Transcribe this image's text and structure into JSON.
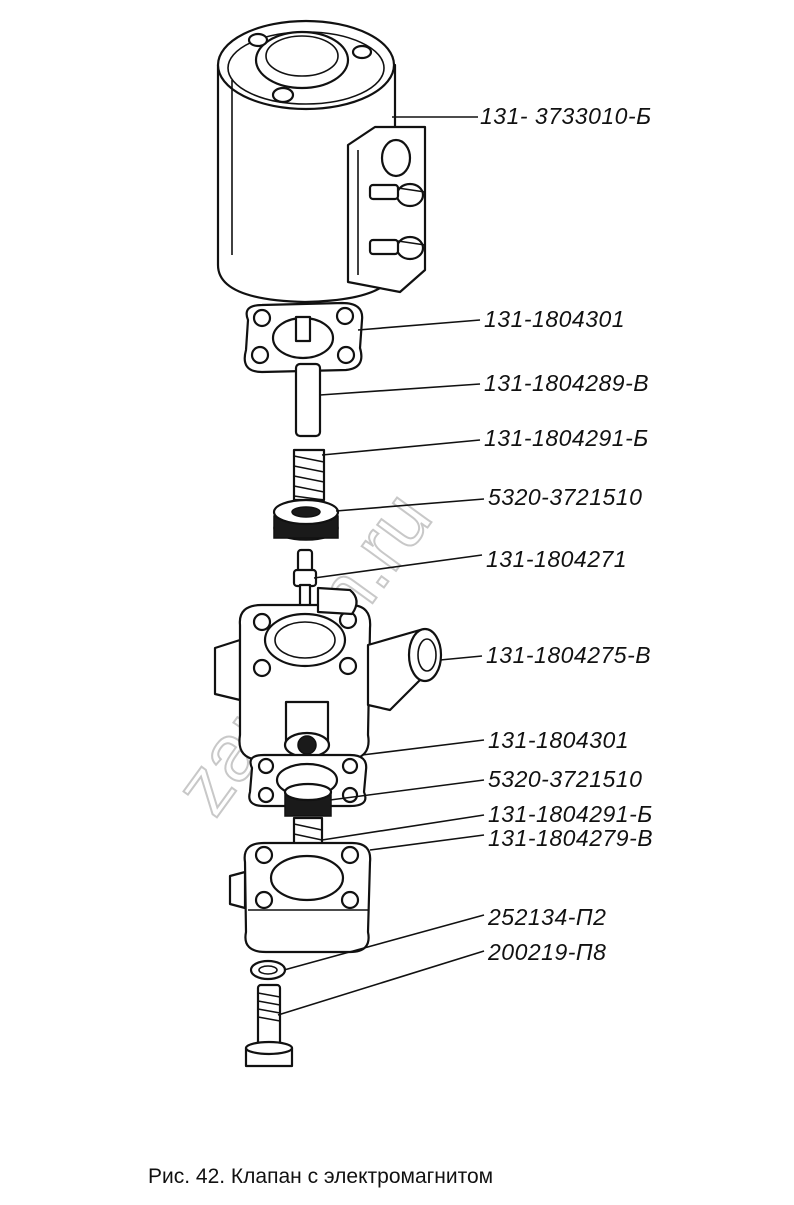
{
  "watermark": "zapkam.ru",
  "caption": "Рис. 42. Клапан с электромагнитом",
  "part_labels": [
    "131- 3733010-Б",
    "131-1804301",
    "131-1804289-В",
    "131-1804291-Б",
    "5320-3721510",
    "131-1804271",
    "131-1804275-В",
    "131-1804301",
    "5320-3721510",
    "131-1804291-Б",
    "131-1804279-В",
    "252134-П2",
    "200219-П8"
  ]
}
